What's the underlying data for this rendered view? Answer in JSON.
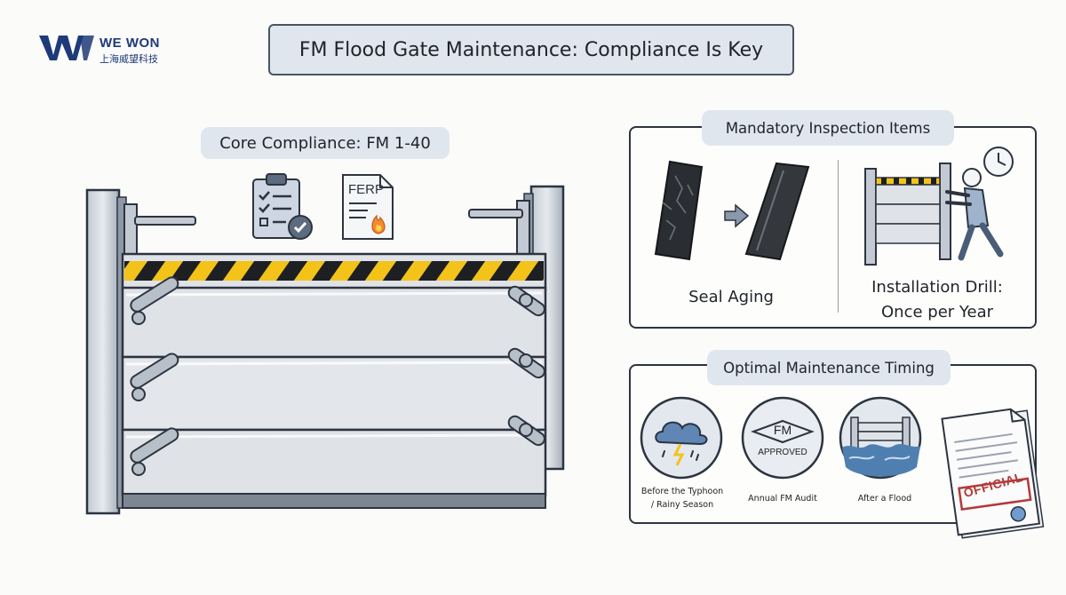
{
  "brand": {
    "name": "WE WON",
    "name_cn": "上海威望科技",
    "color": "#1e3a78"
  },
  "title": "FM Flood Gate Maintenance: Compliance Is Key",
  "core": {
    "label": "Core Compliance: FM 1-40",
    "ferp_doc_label": "FERP"
  },
  "inspection": {
    "heading": "Mandatory Inspection Items",
    "items": [
      {
        "label": "Seal Aging",
        "icon": "seal-aging-icon"
      },
      {
        "label_line1": "Installation Drill:",
        "label_line2": "Once per Year",
        "icon": "installation-drill-icon"
      }
    ]
  },
  "timing": {
    "heading": "Optimal Maintenance Timing",
    "items": [
      {
        "label_line1": "Before the Typhoon",
        "label_line2": "/ Rainy Season",
        "icon": "storm-cloud-icon"
      },
      {
        "label": "Annual FM Audit",
        "icon": "fm-approved-icon",
        "badge_fm": "FM",
        "badge_text": "APPROVED"
      },
      {
        "label": "After a Flood",
        "icon": "flood-gate-water-icon"
      }
    ],
    "stamp": "OFFICIAL"
  },
  "colors": {
    "pill_bg": "#dfe6ee",
    "hazard_yellow": "#f3c31a",
    "panel_gray": "#dfe3e8",
    "water_blue": "#4f7fb0",
    "stamp_red": "#b23a3a"
  }
}
